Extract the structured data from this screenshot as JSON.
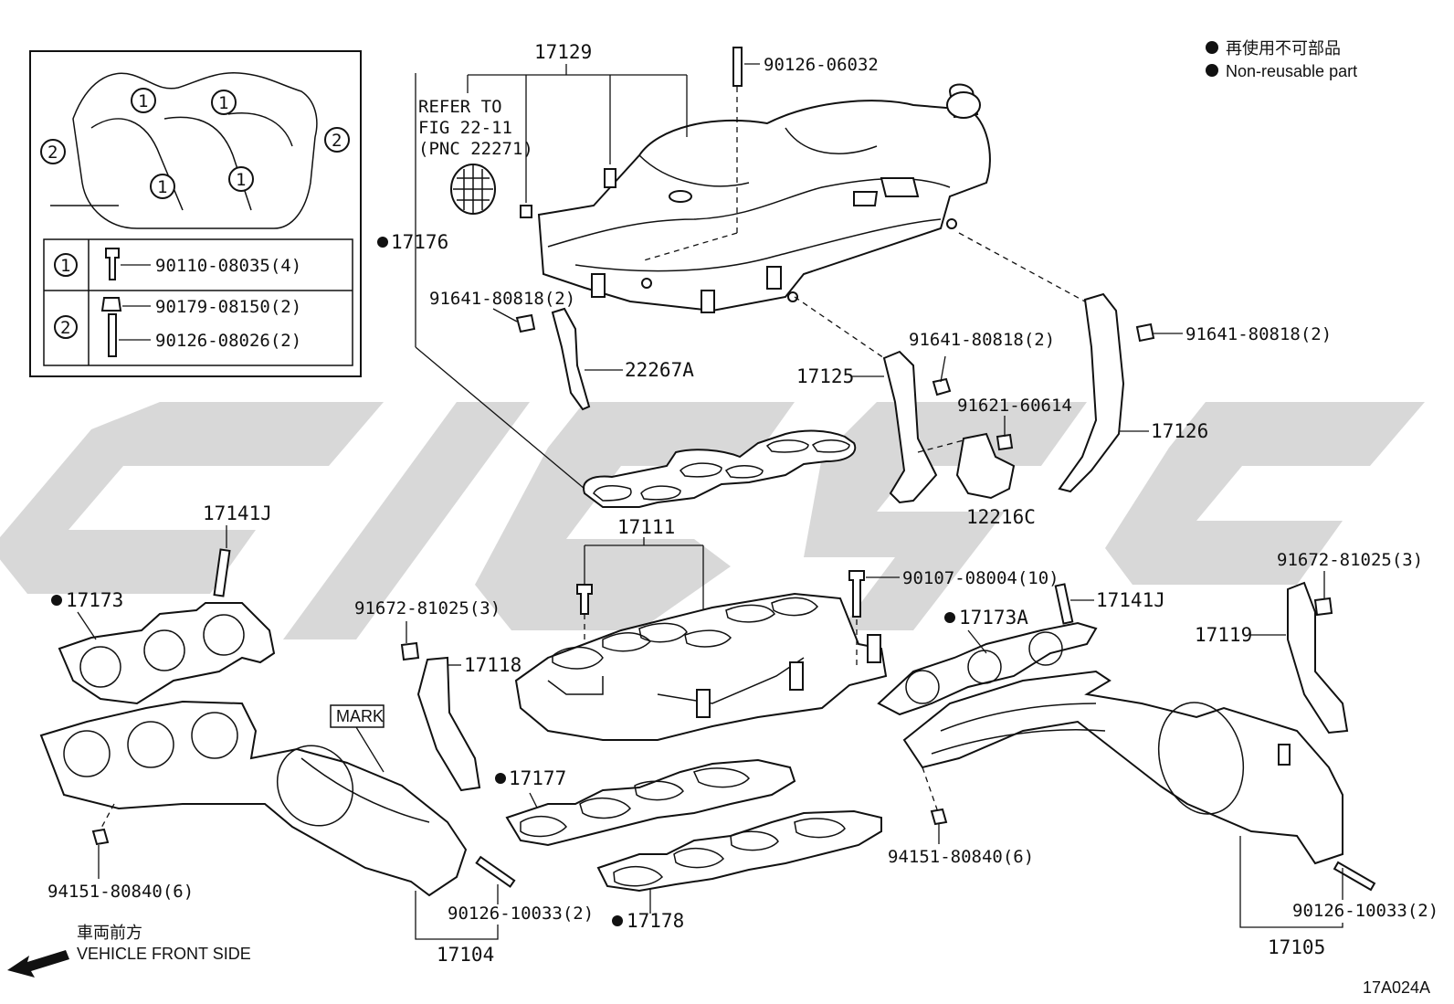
{
  "legend": {
    "line1": "再使用不可部品",
    "line2": "Non-reusable part"
  },
  "inset": {
    "row1": {
      "circle": "1",
      "part": "90110-08035(4)"
    },
    "row2": {
      "circle": "2",
      "part_a": "90179-08150(2)",
      "part_b": "90126-08026(2)"
    },
    "callouts": [
      "1",
      "1",
      "1",
      "1",
      "2",
      "2"
    ]
  },
  "refer": {
    "line1": "REFER TO",
    "line2": "FIG 22-11",
    "line3": "(PNC 22271)"
  },
  "parts": {
    "p17129": "17129",
    "p90126_06032": "90126-06032",
    "p17176": "17176",
    "p91641_a": "91641-80818(2)",
    "p22267A": "22267A",
    "p17125": "17125",
    "p91641_b": "91641-80818(2)",
    "p91621": "91621-60614",
    "p12216C": "12216C",
    "p91641_c": "91641-80818(2)",
    "p17126": "17126",
    "p17141J_left": "17141J",
    "p17173": "17173",
    "p17111": "17111",
    "p90107": "90107-08004(10)",
    "p17141J_right": "17141J",
    "p91672_right": "91672-81025(3)",
    "p91672_mid": "91672-81025(3)",
    "p17118": "17118",
    "p17173A": "17173A",
    "p17119": "17119",
    "mark": "MARK",
    "p17177": "17177",
    "p94151_left": "94151-80840(6)",
    "p94151_right": "94151-80840(6)",
    "p90126_left": "90126-10033(2)",
    "p90126_right": "90126-10033(2)",
    "p17178": "17178",
    "p17104": "17104",
    "p17105": "17105"
  },
  "footer": {
    "front_jp": "車両前方",
    "front_en": "VEHICLE FRONT SIDE",
    "figure_code": "17A024A"
  }
}
